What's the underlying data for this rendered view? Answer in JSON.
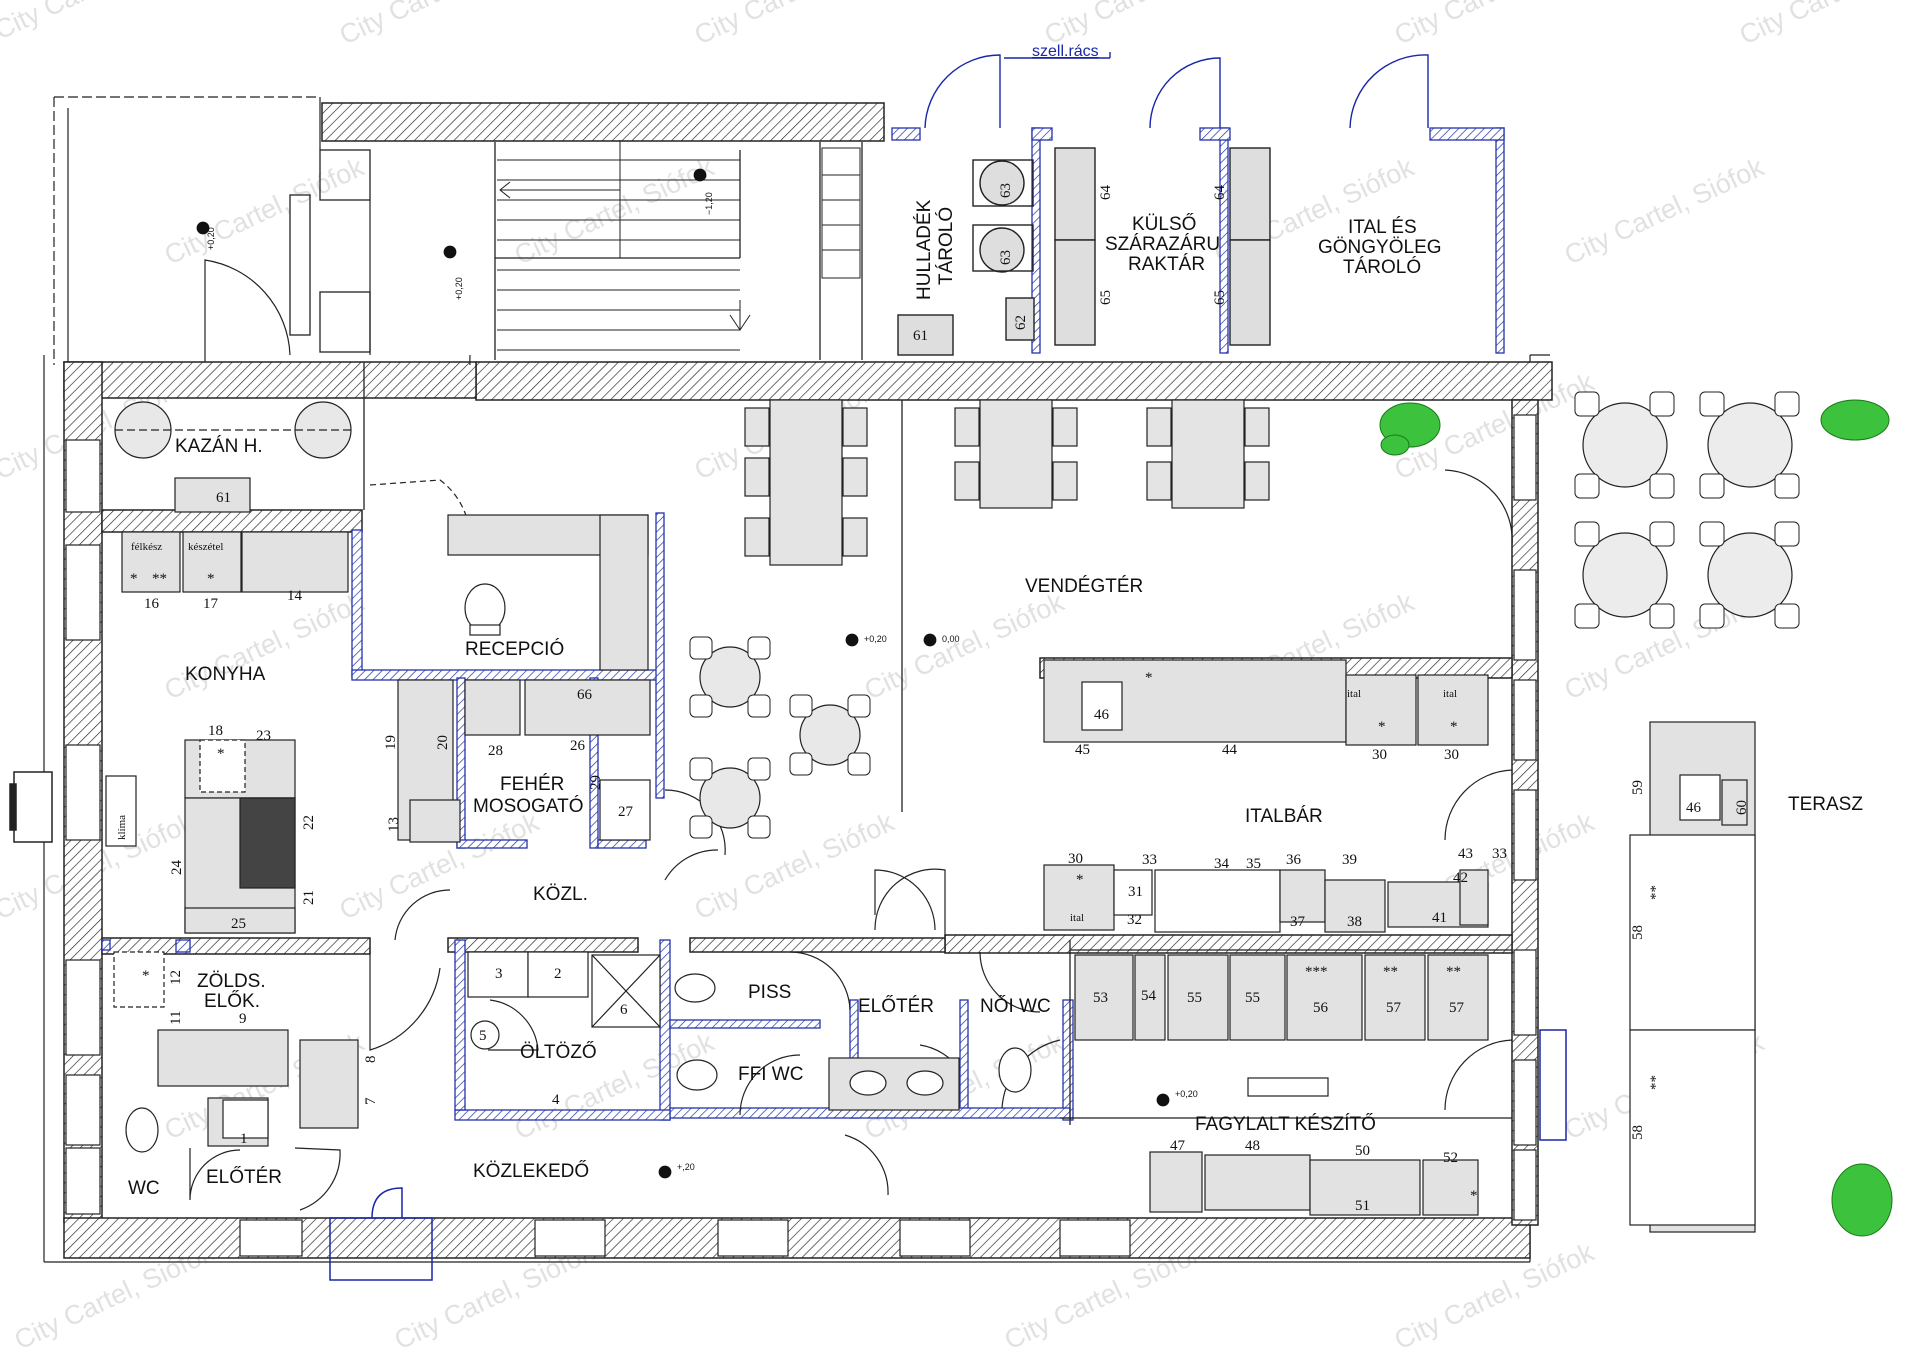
{
  "watermark": "City Cartel, Siófok",
  "vent_label": "szell.rács",
  "rooms": {
    "konyha": "KONYHA",
    "kazan": "KAZÁN H.",
    "recepcio": "RECEPCIÓ",
    "feher_1": "FEHÉR",
    "feher_2": "MOSOGATÓ",
    "kozl": "KÖZL.",
    "zolds_1": "ZÖLDS.",
    "zolds_2": "ELŐK.",
    "wc": "WC",
    "eloter": "ELŐTÉR",
    "kozlekedo": "KÖZLEKEDŐ",
    "oltozo": "ÖLTÖZŐ",
    "piss": "PISS",
    "ffi_wc": "FFI WC",
    "eloter2": "ELŐTÉR",
    "noi_wc": "NŐI WC",
    "vendegter": "VENDÉGTÉR",
    "italbar": "ITALBÁR",
    "fagylalt": "FAGYLALT KÉSZÍTŐ",
    "terasz": "TERASZ",
    "hulladek_1": "HULLADÉK",
    "hulladek_2": "TÁROLÓ",
    "kulso_1": "KÜLSŐ",
    "kulso_2": "SZÁRAZÁRU",
    "kulso_3": "RAKTÁR",
    "ital_1": "ITAL ÉS",
    "ital_2": "GÖNGYÖLEG",
    "ital_3": "TÁROLÓ"
  },
  "levels": {
    "l1": "+0,20",
    "l2": "+0,20",
    "l3": "−1,20",
    "l4": "+0,20",
    "l5": "0,00",
    "l6": "+,20",
    "l7": "+0,20"
  },
  "labels": {
    "felkesz": "félkész",
    "keszetel": "készétel",
    "klima": "klíma",
    "ital_a": "ital",
    "ital_b": "ital",
    "ital_c": "ital"
  },
  "equipment_numbers": {
    "n61a": "61",
    "n61b": "61",
    "n62": "62",
    "n63a": "63",
    "n63b": "63",
    "n64a": "64",
    "n64b": "64",
    "n65a": "65",
    "n65b": "65",
    "n16": "16",
    "n17": "17",
    "n14": "14",
    "n18": "18",
    "n23": "23",
    "n22": "22",
    "n21": "21",
    "n24": "24",
    "n25": "25",
    "n19": "19",
    "n20": "20",
    "n28": "28",
    "n26": "26",
    "n66": "66",
    "n29": "29",
    "n27": "27",
    "n13": "13",
    "n12": "12",
    "n11": "11",
    "n9": "9",
    "n8": "8",
    "n7": "7",
    "n1": "1",
    "n3": "3",
    "n2": "2",
    "n5": "5",
    "n6": "6",
    "n4": "4",
    "n46a": "46",
    "n45": "45",
    "n44": "44",
    "n30a": "30",
    "n30b": "30",
    "n30c": "30",
    "n33a": "33",
    "n34": "34",
    "n35": "35",
    "n36": "36",
    "n39": "39",
    "n43": "43",
    "n33b": "33",
    "n31": "31",
    "n32": "32",
    "n37": "37",
    "n38": "38",
    "n41": "41",
    "n42": "42",
    "n53": "53",
    "n54": "54",
    "n55a": "55",
    "n55b": "55",
    "n56": "56",
    "n57a": "57",
    "n57b": "57",
    "n47": "47",
    "n48": "48",
    "n50": "50",
    "n51": "51",
    "n52": "52",
    "n59": "59",
    "n46b": "46",
    "n60": "60",
    "n58a": "58",
    "n58b": "58"
  },
  "marks": {
    "star": "*",
    "dstar": "**",
    "tstar": "***"
  }
}
